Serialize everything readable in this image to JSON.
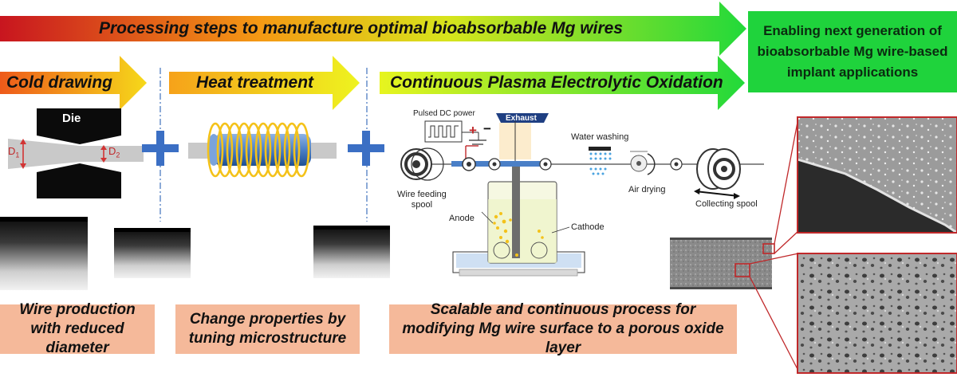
{
  "top_arrow": {
    "label": "Processing steps to manufacture optimal bioabsorbable Mg wires"
  },
  "outcome_box": {
    "text": "Enabling next generation of bioabsorbable Mg wire-based implant applications"
  },
  "steps": [
    {
      "label": "Cold drawing"
    },
    {
      "label": "Heat treatment"
    },
    {
      "label": "Continuous Plasma Electrolytic Oxidation"
    }
  ],
  "die": {
    "label": "Die",
    "d1_letter": "D",
    "d1_sub": "1",
    "d2_letter": "D",
    "d2_sub": "2"
  },
  "peo_setup": {
    "power_label": "Pulsed DC power",
    "plus_sign": "+",
    "minus_sign": "−",
    "exhaust_label": "Exhaust",
    "water_washing_label": "Water washing",
    "wire_feeding_label_1": "Wire feeding",
    "wire_feeding_label_2": "spool",
    "anode_label": "Anode",
    "cathode_label": "Cathode",
    "air_drying_label": "Air drying",
    "collecting_label": "Collecting spool"
  },
  "captions": [
    {
      "text": "Wire production with reduced diameter"
    },
    {
      "text": "Change properties by tuning microstructure"
    },
    {
      "text": "Scalable and continuous process for modifying Mg wire surface to a porous oxide layer"
    }
  ],
  "colors": {
    "gradient_start": "#d9281b",
    "gradient_mid": "#f3dc17",
    "gradient_end": "#22d93a",
    "caption_bg": "#f5b99a",
    "outcome_bg": "#1fd33c",
    "connector_red": "#c0282a",
    "plus_blue": "#3b6fc4",
    "coil_yellow": "#f4c21a"
  }
}
